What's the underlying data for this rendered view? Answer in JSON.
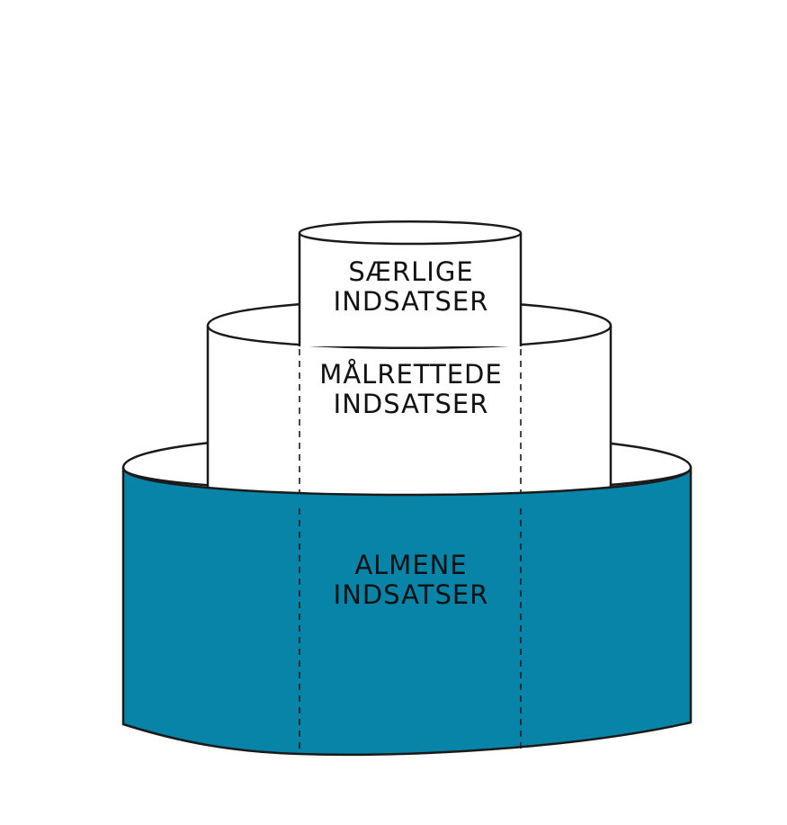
{
  "diagram": {
    "colors": {
      "outline": "#1a1a1a",
      "base_fill": "#0784a8",
      "tier_fill": "#ffffff"
    },
    "tiers": [
      {
        "id": "top",
        "line1": "SÆRLIGE",
        "line2": "INDSATSER"
      },
      {
        "id": "middle",
        "line1": "MÅLRETTEDE",
        "line2": "INDSATSER"
      },
      {
        "id": "base",
        "line1": "ALMENE",
        "line2": "INDSATSER"
      }
    ]
  }
}
